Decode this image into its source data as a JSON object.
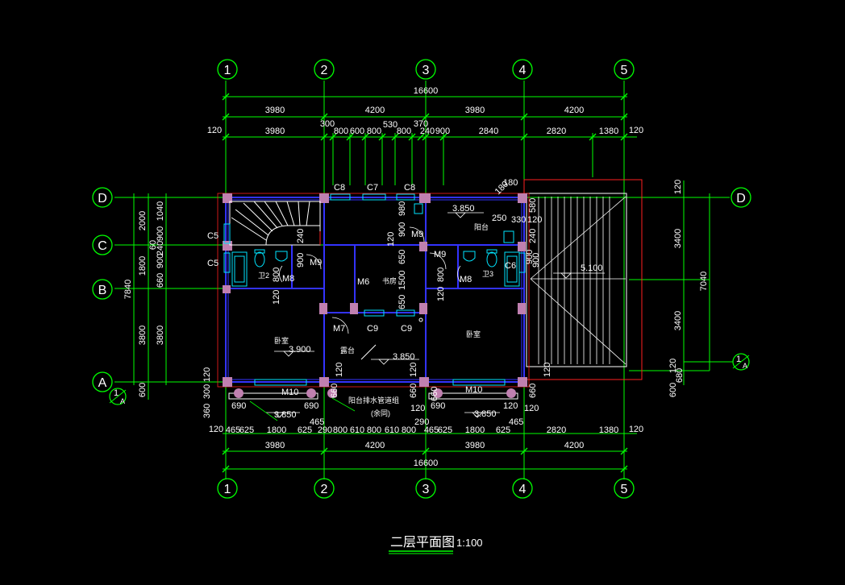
{
  "drawing": {
    "title": "二层平面图",
    "scale": "1:100"
  },
  "axes": {
    "vertical": [
      "1",
      "2",
      "3",
      "4",
      "5"
    ],
    "horizontal": [
      "D",
      "C",
      "B",
      "A"
    ],
    "section_marks": [
      {
        "num": "1",
        "sub": "A"
      },
      {
        "num": "1",
        "sub": "A"
      }
    ]
  },
  "top_dims": {
    "overall": "16600",
    "row1": [
      "3980",
      "4200",
      "3980",
      "4200"
    ],
    "row2": [
      "120",
      "3980",
      "300",
      "800",
      "600",
      "800",
      "530",
      "800",
      "370",
      "240",
      "900",
      "2840",
      "2820",
      "1380",
      "120"
    ]
  },
  "bottom_dims": {
    "overall": "16600",
    "row1": [
      "3980",
      "4200",
      "3980",
      "4200"
    ],
    "row2": [
      "120",
      "465",
      "625",
      "1800",
      "625",
      "290",
      "800",
      "610",
      "800",
      "610",
      "800",
      "465",
      "625",
      "1800",
      "625",
      "2820",
      "1380",
      "120"
    ]
  },
  "left_dims": {
    "overall": "7840",
    "row1": [
      "2000",
      "1800",
      "3800",
      "600"
    ],
    "row2": [
      "1040",
      "900",
      "240",
      "900",
      "60",
      "660",
      "3800",
      "120",
      "300",
      "360"
    ]
  },
  "right_dims": {
    "overall": "7040",
    "row1": [
      "120",
      "3400",
      "3400",
      "120",
      "600",
      "680"
    ]
  },
  "windows": [
    "C8",
    "C7",
    "C8",
    "C5",
    "C5",
    "C6",
    "C9",
    "C9"
  ],
  "doors": [
    "M9",
    "M9",
    "M9",
    "M8",
    "M8",
    "M6",
    "M7",
    "M10",
    "M10"
  ],
  "rooms": [
    "卫2",
    "卫3",
    "阳台",
    "卧室",
    "书房",
    "露台",
    "卧室",
    "阳台排水管道组",
    "(余同)"
  ],
  "levels": [
    "3.850",
    "3.850",
    "3.900",
    "3.850",
    "3.850",
    "5.100"
  ],
  "misc_dims": [
    "180",
    "180",
    "580",
    "250",
    "330",
    "120",
    "240",
    "900",
    "980",
    "900",
    "120",
    "650",
    "1500",
    "650",
    "240",
    "900",
    "900",
    "800",
    "120",
    "800",
    "120",
    "120",
    "660",
    "660",
    "120",
    "690",
    "690",
    "690",
    "120",
    "465",
    "465",
    "290",
    "120",
    "660",
    "120",
    "660",
    "120"
  ]
}
